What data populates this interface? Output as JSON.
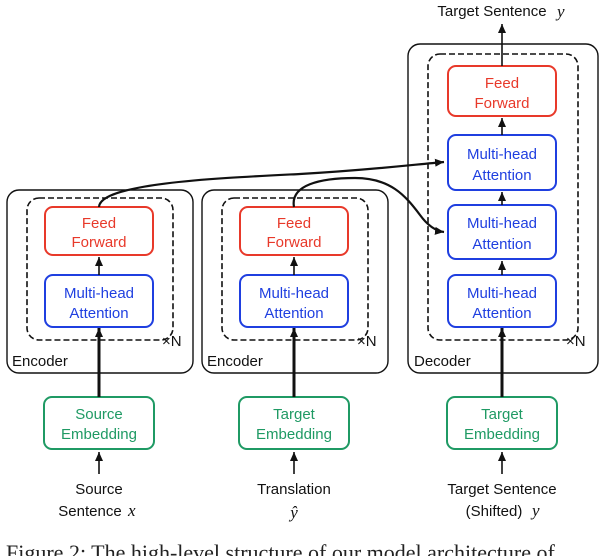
{
  "colors": {
    "ffn": "#e8392a",
    "attention": "#1f3fe0",
    "embedding": "#1f9a64",
    "outline": "#111111"
  },
  "icons": [
    "arrow-icon",
    "times-icon"
  ],
  "encoder1": {
    "caption": "Encoder",
    "repeat": "×N",
    "ffn_line1": "Feed",
    "ffn_line2": "Forward",
    "attn_line1": "Multi-head",
    "attn_line2": "Attention",
    "emb_line1": "Source",
    "emb_line2": "Embedding",
    "input_line1": "Source",
    "input_line2": "Sentence",
    "input_symbol": "x"
  },
  "encoder2": {
    "caption": "Encoder",
    "repeat": "×N",
    "ffn_line1": "Feed",
    "ffn_line2": "Forward",
    "attn_line1": "Multi-head",
    "attn_line2": "Attention",
    "emb_line1": "Target",
    "emb_line2": "Embedding",
    "input_line1": "Translation",
    "input_symbol": "ŷ"
  },
  "decoder": {
    "caption": "Decoder",
    "repeat": "×N",
    "ffn_line1": "Feed",
    "ffn_line2": "Forward",
    "attn_line1": "Multi-head",
    "attn_line2": "Attention",
    "emb_line1": "Target",
    "emb_line2": "Embedding",
    "input_line1": "Target Sentence",
    "input_line2": "(Shifted)",
    "input_symbol": "y",
    "output_label": "Target Sentence",
    "output_symbol": "y"
  },
  "figure_caption": "Figure 2: The high-level structure of our model architecture of"
}
